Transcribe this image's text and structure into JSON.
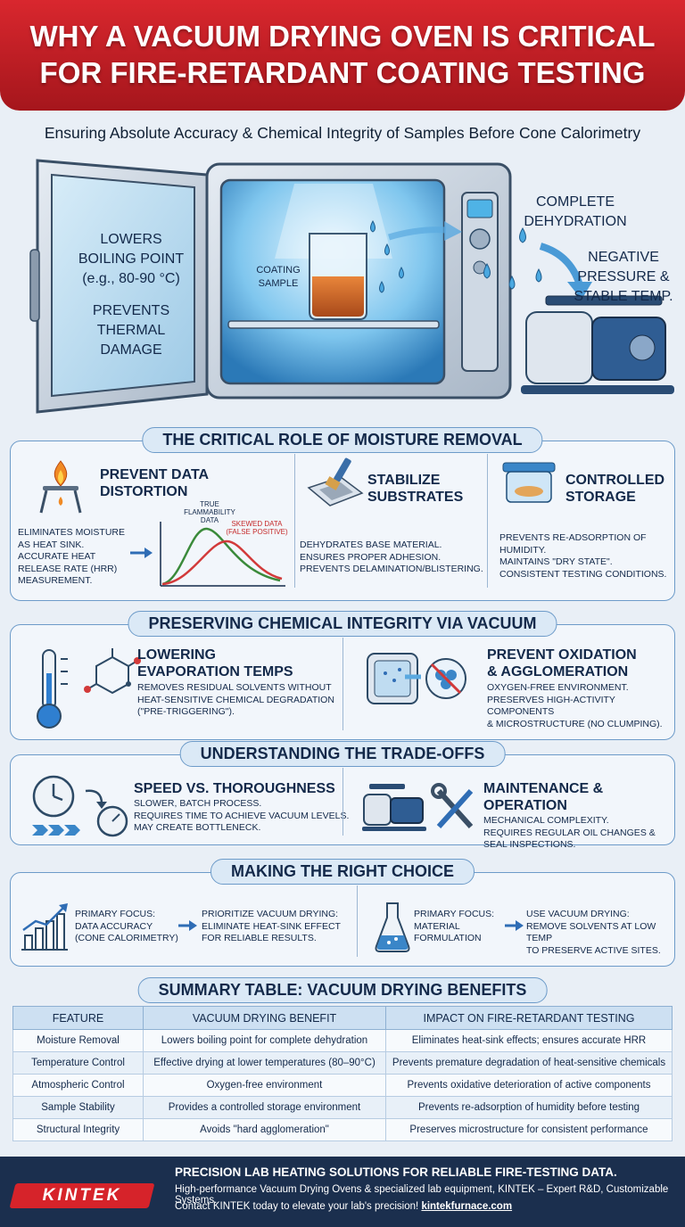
{
  "title": {
    "line1": "WHY A VACUUM DRYING OVEN IS CRITICAL",
    "line2": "FOR FIRE-RETARDANT COATING TESTING"
  },
  "subtitle": "Ensuring Absolute Accuracy & Chemical Integrity of Samples Before Cone Calorimetry",
  "hero": {
    "door_l1": "LOWERS",
    "door_l2": "BOILING POINT",
    "door_l3": "(e.g., 80-90 °C)",
    "door_l4": "PREVENTS",
    "door_l5": "THERMAL",
    "door_l6": "DAMAGE",
    "sample_l1": "COATING",
    "sample_l2": "SAMPLE",
    "dehyd_l1": "COMPLETE",
    "dehyd_l2": "DEHYDRATION",
    "neg_l1": "NEGATIVE",
    "neg_l2": "PRESSURE &",
    "neg_l3": "STABLE TEMP."
  },
  "moisture": {
    "title": "THE CRITICAL ROLE OF MOISTURE REMOVAL",
    "c1": {
      "h1": "PREVENT DATA",
      "h2": "DISTORTION",
      "b1": "ELIMINATES MOISTURE",
      "b2": "AS HEAT SINK.",
      "b3": "ACCURATE HEAT",
      "b4": "RELEASE RATE (HRR)",
      "b5": "MEASUREMENT.",
      "chart_true1": "TRUE",
      "chart_true2": "FLAMMABILITY",
      "chart_true3": "DATA",
      "chart_skew1": "SKEWED DATA",
      "chart_skew2": "(FALSE POSITIVE)"
    },
    "c2": {
      "h1": "STABILIZE",
      "h2": "SUBSTRATES",
      "b1": "DEHYDRATES BASE MATERIAL.",
      "b2": "ENSURES PROPER ADHESION.",
      "b3": "PREVENTS DELAMINATION/BLISTERING."
    },
    "c3": {
      "h1": "CONTROLLED",
      "h2": "STORAGE",
      "b1": "PREVENTS RE-ADSORPTION OF",
      "b2": "HUMIDITY.",
      "b3": "MAINTAINS \"DRY STATE\".",
      "b4": "CONSISTENT TESTING CONDITIONS."
    }
  },
  "chemical": {
    "title": "PRESERVING CHEMICAL INTEGRITY VIA VACUUM",
    "c1": {
      "h1": "LOWERING",
      "h2": "EVAPORATION TEMPS",
      "b1": "REMOVES RESIDUAL SOLVENTS WITHOUT",
      "b2": "HEAT-SENSITIVE CHEMICAL DEGRADATION",
      "b3": "(\"PRE-TRIGGERING\")."
    },
    "c2": {
      "h1": "PREVENT OXIDATION",
      "h2": "& AGGLOMERATION",
      "b1": "OXYGEN-FREE ENVIRONMENT.",
      "b2": "PRESERVES HIGH-ACTIVITY COMPONENTS",
      "b3": "& MICROSTRUCTURE (NO CLUMPING)."
    }
  },
  "tradeoffs": {
    "title": "UNDERSTANDING THE TRADE-OFFS",
    "c1": {
      "h1": "SPEED VS. THOROUGHNESS",
      "b1": "SLOWER, BATCH PROCESS.",
      "b2": "REQUIRES TIME TO ACHIEVE VACUUM LEVELS.",
      "b3": "MAY CREATE BOTTLENECK."
    },
    "c2": {
      "h1": "MAINTENANCE & OPERATION",
      "b1": "MECHANICAL COMPLEXITY.",
      "b2": "REQUIRES REGULAR OIL CHANGES &",
      "b3": "SEAL INSPECTIONS."
    }
  },
  "choice": {
    "title": "MAKING THE RIGHT CHOICE",
    "c1": {
      "f1": "PRIMARY FOCUS:",
      "f2": "DATA ACCURACY",
      "f3": "(CONE CALORIMETRY)",
      "r1": "PRIORITIZE VACUUM DRYING:",
      "r2": "ELIMINATE HEAT-SINK EFFECT",
      "r3": "FOR RELIABLE RESULTS."
    },
    "c2": {
      "f1": "PRIMARY FOCUS:",
      "f2": "MATERIAL",
      "f3": "FORMULATION",
      "r1": "USE VACUUM DRYING:",
      "r2": "REMOVE SOLVENTS AT LOW TEMP",
      "r3": "TO PRESERVE ACTIVE SITES."
    }
  },
  "summary": {
    "title": "SUMMARY TABLE: VACUUM DRYING BENEFITS",
    "headers": [
      "FEATURE",
      "VACUUM DRYING BENEFIT",
      "IMPACT ON FIRE-RETARDANT TESTING"
    ],
    "rows": [
      [
        "Moisture Removal",
        "Lowers boiling point for complete dehydration",
        "Eliminates heat-sink effects; ensures accurate HRR"
      ],
      [
        "Temperature Control",
        "Effective drying at lower temperatures (80–90°C)",
        "Prevents premature degradation of heat-sensitive chemicals"
      ],
      [
        "Atmospheric Control",
        "Oxygen-free environment",
        "Prevents oxidative deterioration of active components"
      ],
      [
        "Sample Stability",
        "Provides a controlled storage environment",
        "Prevents re-adsorption of humidity before testing"
      ],
      [
        "Structural Integrity",
        "Avoids \"hard agglomeration\"",
        "Preserves microstructure for consistent performance"
      ]
    ]
  },
  "footer": {
    "brand": "KINTEK",
    "l1": "PRECISION LAB HEATING SOLUTIONS FOR RELIABLE FIRE-TESTING DATA.",
    "l2": "High-performance Vacuum Drying Ovens & specialized lab equipment, KINTEK – Expert R&D, Customizable Systems.",
    "l3": "Contact KINTEK today to elevate your lab's precision!",
    "url": "kintekfurnace.com"
  },
  "colors": {
    "red": "#d6232a",
    "navy": "#1b2f4e",
    "blue": "#6d9bc9",
    "accent": "#2f6db5"
  }
}
